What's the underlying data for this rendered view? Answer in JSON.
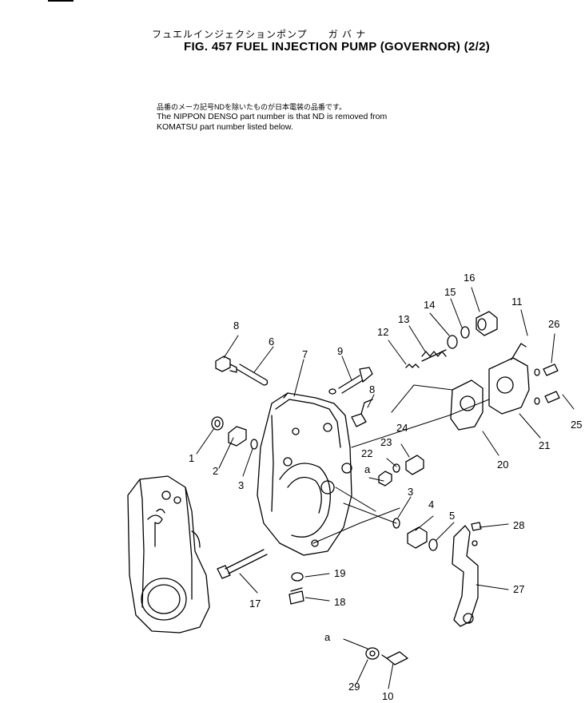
{
  "title_jp": "フュエルインジェクションポンプ　　ガ バ ナ",
  "title_en": "FIG. 457  FUEL INJECTION PUMP (GOVERNOR) (2/2)",
  "note_jp": "品番のメーカ記号NDを除いたものが日本電装の品番です。",
  "note_en_line1": "The NIPPON DENSO part number is that ND is removed from",
  "note_en_line2": "KOMATSU part number listed below.",
  "callouts": {
    "c1": "1",
    "c2": "2",
    "c3a": "3",
    "c3b": "3",
    "c4": "4",
    "c5": "5",
    "c6": "6",
    "c7": "7",
    "c8a": "8",
    "c8b": "8",
    "c9": "9",
    "c10": "10",
    "c11": "11",
    "c12": "12",
    "c13": "13",
    "c14": "14",
    "c15": "15",
    "c16": "16",
    "c17": "17",
    "c18": "18",
    "c19": "19",
    "c20": "20",
    "c21": "21",
    "c22": "22",
    "c23": "23",
    "c24": "24",
    "c25": "25",
    "c26": "26",
    "c27": "27",
    "c28": "28",
    "c29": "29",
    "ref_a1": "a",
    "ref_a2": "a"
  }
}
